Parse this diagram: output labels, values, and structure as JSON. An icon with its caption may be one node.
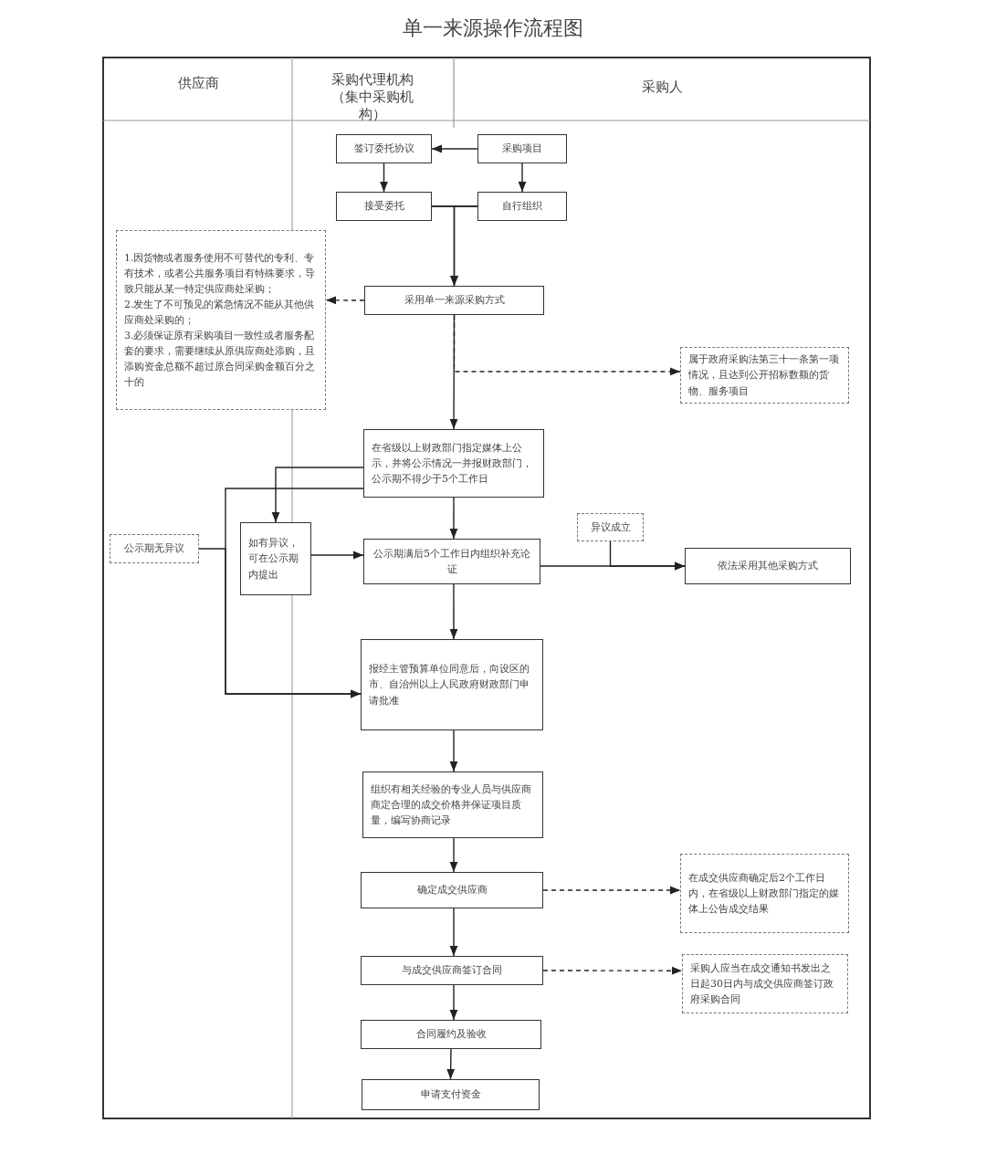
{
  "diagram": {
    "title": "单一来源操作流程图",
    "nodes": [
      {
        "text": [
          "签订委托协议"
        ]
      },
      {
        "text": [
          "采购项目"
        ]
      },
      {
        "text": [
          "接受委托"
        ]
      },
      {
        "text": [
          "自行组织"
        ]
      },
      {
        "text": [
          "1.因货物或者服务使用不可替代的专利、专有技术，或者公共服务项目有特殊要求，导致只能从某一特定供应商处采购；",
          "2.发生了不可预见的紧急情况不能从其他供应商处采购的；",
          "3.必须保证原有采购项目一致性或者服务配套的要求，需要继续从原供应商处添购，且添购资金总额不超过原合同采购金额百分之十的"
        ]
      },
      {
        "text": [
          "采用单一来源采购方式"
        ]
      },
      {
        "text": [
          "属于政府采购法第三十一条第一项情况，且达到公开招标数额的货物、服务项目"
        ]
      },
      {
        "text": [
          "在省级以上财政部门指定媒体上公示，并将公示情况一并报财政部门，公示期不得少于5个工作日"
        ]
      },
      {
        "text": [
          "如有异议，可在公示期内提出"
        ]
      },
      {
        "text": [
          "公示期无异议"
        ]
      },
      {
        "text": [
          "公示期满后5个工作日内组织补充论证"
        ]
      },
      {
        "text": [
          "异议成立"
        ]
      },
      {
        "text": [
          "依法采用其他采购方式"
        ]
      },
      {
        "text": [
          "报经主管预算单位同意后，向设区的市、自治州以上人民政府财政部门申请批准"
        ]
      },
      {
        "text": [
          "组织有相关经验的专业人员与供应商商定合理的成交价格并保证项目质量，编写协商记录"
        ]
      },
      {
        "text": [
          "确定成交供应商"
        ]
      },
      {
        "text": [
          "在成交供应商确定后2个工作日内，在省级以上财政部门指定的媒体上公告成交结果"
        ]
      },
      {
        "text": [
          "与成交供应商签订合同"
        ]
      },
      {
        "text": [
          "采购人应当在成交通知书发出之日起30日内与成交供应商签订政府采购合同"
        ]
      },
      {
        "text": [
          "合同履约及验收"
        ]
      },
      {
        "text": [
          "申请支付资金"
        ]
      }
    ],
    "edges": [
      {
        "from": 1,
        "to": 0,
        "arrow": "to"
      },
      {
        "from": 0,
        "to": 2,
        "arrow": "to"
      },
      {
        "from": 1,
        "to": 3,
        "arrow": "to"
      },
      {
        "from": 2,
        "to": 3,
        "arrow": "none"
      },
      {
        "from": 2,
        "to": 5,
        "arrow": "to"
      },
      {
        "from": 3,
        "to": 5,
        "arrow": "to"
      },
      {
        "from": 5,
        "to": 4,
        "arrow": "to",
        "style": "dashed"
      },
      {
        "from": 5,
        "to": 6,
        "arrow": "to",
        "style": "dashed"
      },
      {
        "from": 5,
        "to": 7,
        "arrow": "to"
      },
      {
        "from": 7,
        "to": 8,
        "arrow": "to"
      },
      {
        "from": 8,
        "to": 10,
        "arrow": "to"
      },
      {
        "from": 7,
        "to": 10,
        "arrow": "to"
      },
      {
        "from": 7,
        "to": 13,
        "arrow": "to"
      },
      {
        "from": 9,
        "to": 13,
        "arrow": "to"
      },
      {
        "from": 10,
        "to": 12,
        "arrow": "to"
      },
      {
        "from": 11,
        "to": 12,
        "arrow": "to"
      },
      {
        "from": 10,
        "to": 13,
        "arrow": "to"
      },
      {
        "from": 13,
        "to": 14,
        "arrow": "to"
      },
      {
        "from": 14,
        "to": 15,
        "arrow": "to"
      },
      {
        "from": 15,
        "to": 16,
        "arrow": "to",
        "style": "dashed"
      },
      {
        "from": 15,
        "to": 17,
        "arrow": "to"
      },
      {
        "from": 17,
        "to": 18,
        "arrow": "to",
        "style": "dashed"
      },
      {
        "from": 17,
        "to": 19,
        "arrow": "to"
      },
      {
        "from": 19,
        "to": 20,
        "arrow": "to"
      }
    ],
    "labels": [
      "供应商",
      "采购代理机构（集中采购机构）",
      "采购人"
    ]
  }
}
